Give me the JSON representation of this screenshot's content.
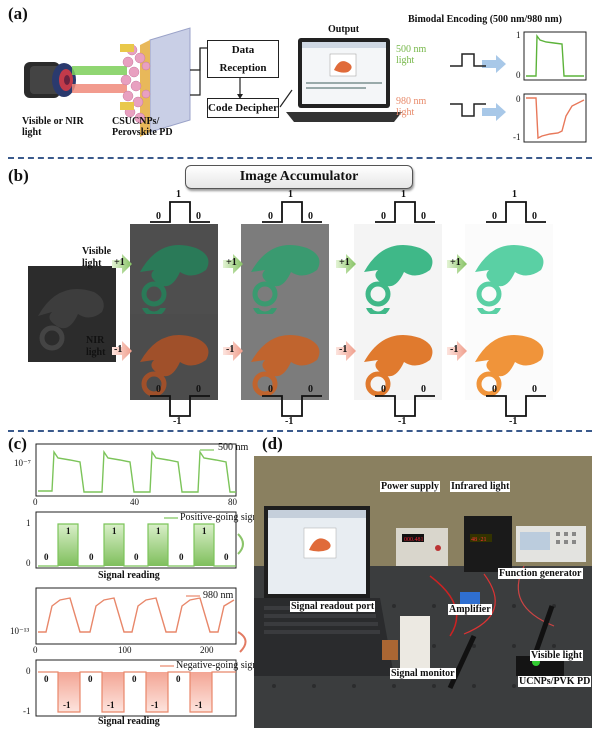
{
  "panel_a": {
    "label": "(a)",
    "source_label": "Visible or NIR light",
    "device_label": "CSUCNPs/ Perovskite PD",
    "box_reception": "Data Reception",
    "box_decipher": "Code Decipher",
    "output_label": "Output",
    "encoding_title": "Bimodal Encoding (500 nm/980 nm)",
    "light_500": "500 nm light",
    "light_980": "980 nm light",
    "plot500_ticks": [
      "1",
      "0"
    ],
    "plot980_ticks": [
      "0",
      "-1"
    ],
    "colors": {
      "green": "#77b84a",
      "orange": "#e88a6a",
      "arrow_blue": "#9cc0e2"
    }
  },
  "panel_b": {
    "label": "(b)",
    "title": "Image Accumulator",
    "visible_label": "Visible light",
    "nir_label": "NIR light",
    "plus": "+1",
    "minus": "-1",
    "pulse_pos": {
      "high": "1",
      "low": "0"
    },
    "pulse_neg": {
      "high": "0",
      "low": "-1"
    }
  },
  "panel_c": {
    "label": "(c)",
    "top_legend": "500 nm",
    "top_ylabel": "10⁻⁷",
    "top_xticks": [
      "0",
      "40",
      "80"
    ],
    "pos_legend": "Positive-going signal",
    "pos_values": [
      "0",
      "1",
      "0",
      "1",
      "0",
      "1",
      "0",
      "1",
      "0"
    ],
    "pos_yticks": [
      "1",
      "0"
    ],
    "signal_reading": "Signal reading",
    "bot_legend": "980 nm",
    "bot_ylabel": "10⁻¹³",
    "bot_xticks": [
      "0",
      "100",
      "200"
    ],
    "neg_legend": "Negative-going signal",
    "neg_values": [
      "0",
      "-1",
      "0",
      "-1",
      "0",
      "-1",
      "0",
      "-1"
    ],
    "neg_yticks": [
      "0",
      "-1"
    ],
    "signal_reading_2": "Signal reading"
  },
  "panel_d": {
    "label": "(d)",
    "power_supply": "Power supply",
    "infrared": "Infrared light",
    "function_gen": "Function generator",
    "readout": "Signal readout port",
    "amplifier": "Amplifier",
    "visible": "Visible light",
    "monitor": "Signal monitor",
    "pd": "UCNPs/PVK PD",
    "display": "003.481"
  }
}
